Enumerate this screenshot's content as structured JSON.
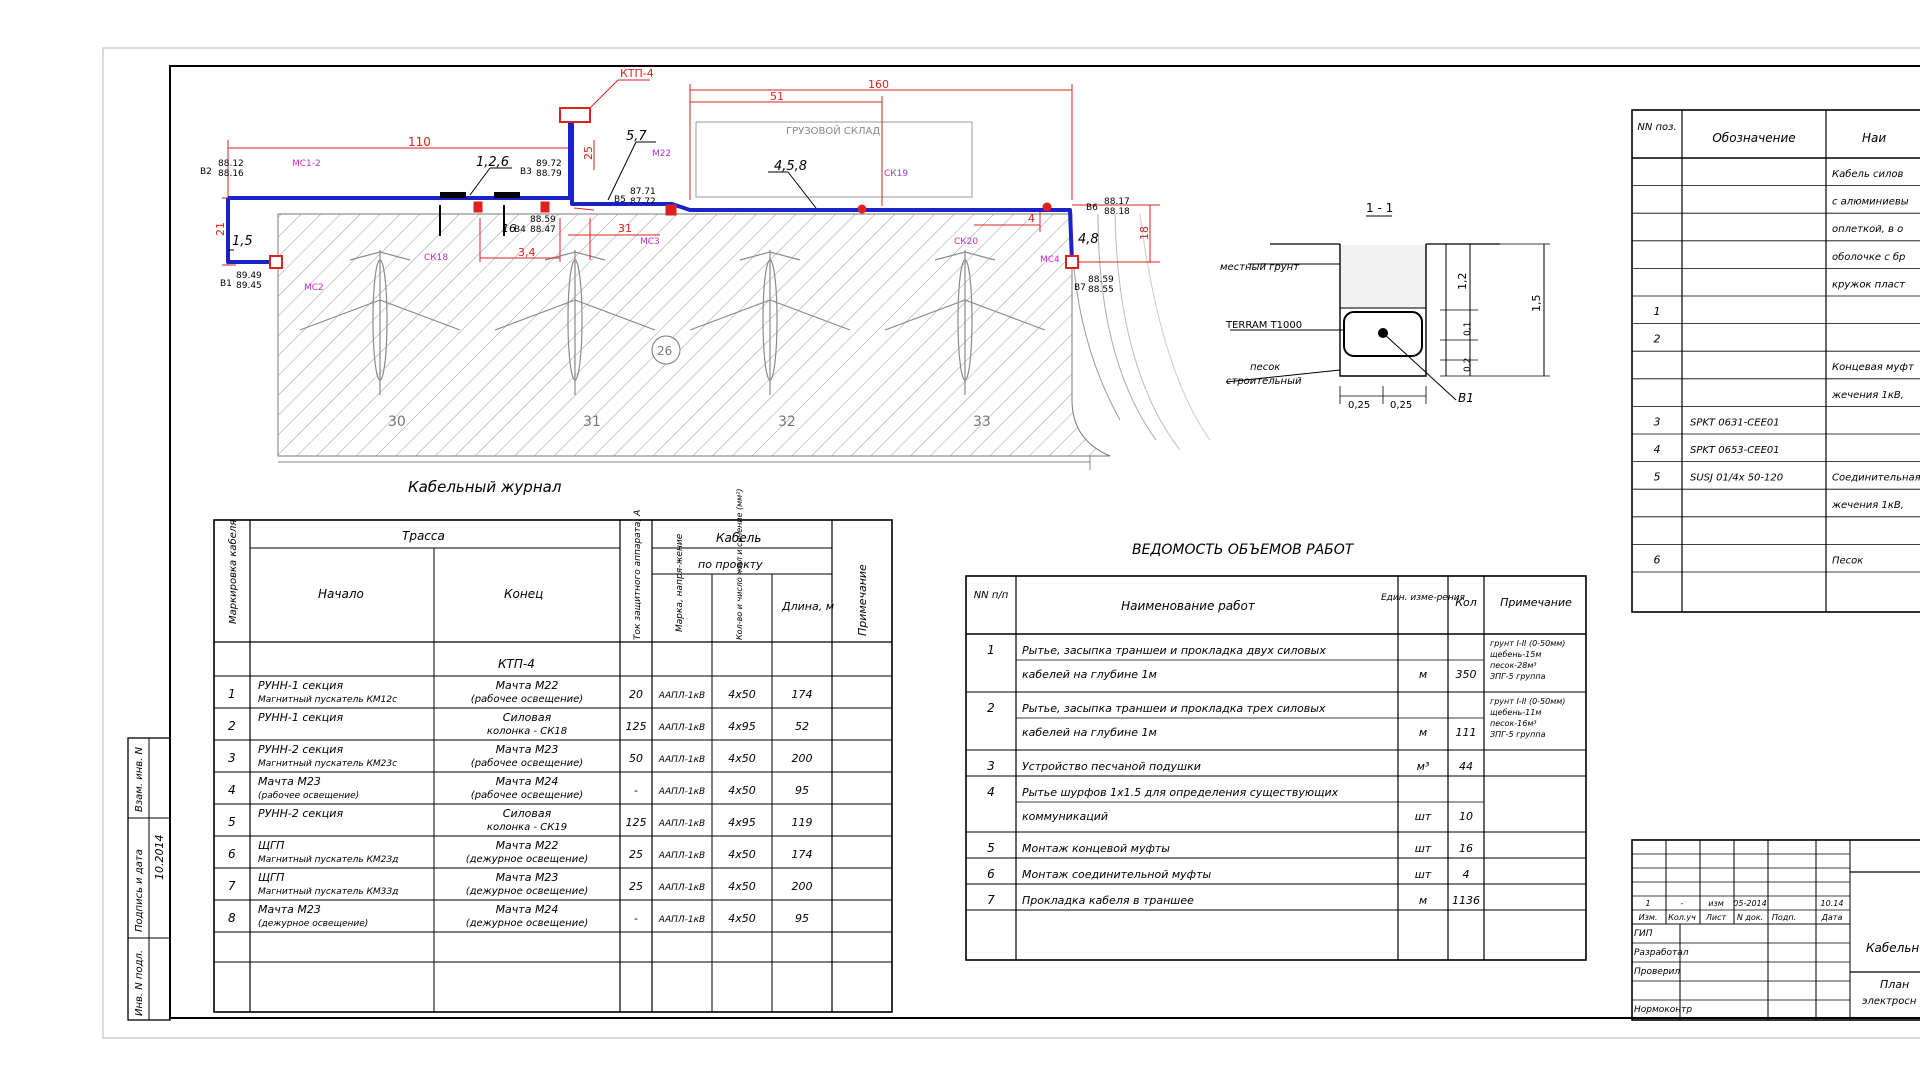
{
  "colors": {
    "line": "#000000",
    "cable": "#1b22c8",
    "red": "#e0201e",
    "magenta": "#c22ec2",
    "hatch": "#8c8c8c"
  },
  "plan": {
    "ktp_label": "КТП-4",
    "warehouse": "ГРУЗОВОЙ СКЛАД",
    "caption": "Кабельный журнал",
    "dims": {
      "d110": "110",
      "d160": "160",
      "d51": "51",
      "d57": "5,7",
      "d126": "1,2,6",
      "d458": "4,5,8",
      "d15": "1,5",
      "d48": "4,8",
      "d34": "3,4",
      "d21": "21",
      "d31": "31",
      "d4": "4",
      "d18": "18",
      "d25": "25",
      "d16": "16"
    },
    "stands": [
      "30",
      "31",
      "32",
      "33"
    ],
    "circle": "26",
    "marks": {
      "mc1": "МС1-2",
      "mc2": "МС2",
      "mc3": "МС3",
      "mc4": "МС4",
      "sk18": "СК18",
      "sk19": "СК19",
      "sk20": "СК20",
      "m22": "М22"
    },
    "levels": {
      "l1": "88.12",
      "l2": "88.16",
      "l3": "89.49",
      "l4": "89.45",
      "l5": "89.72",
      "l6": "88.79",
      "l7": "88.59",
      "l8": "88.47",
      "l9": "87.71",
      "l10": "87.72",
      "l11": "88.17",
      "l12": "88.18",
      "l13": "88.59",
      "l14": "88.55"
    },
    "points": {
      "b1": "В1",
      "b2": "В2",
      "b3": "В3",
      "b4": "В4",
      "b5": "В5",
      "b6": "В6",
      "b7": "В7"
    }
  },
  "section": {
    "title": "1 - 1",
    "ground": "местный грунт",
    "terram": "TERRAM T1000",
    "sand1": "песок",
    "sand2": "строительный",
    "b1": "B1",
    "d12": "1,2",
    "d15": "1,5",
    "d01": "0,1",
    "d02": "0,2",
    "d025a": "0,25",
    "d025b": "0,25"
  },
  "cable_journal": {
    "col_mark": "Маркировка кабеля",
    "col_route": "Трасса",
    "col_start": "Начало",
    "col_end": "Конец",
    "col_current": "Ток защитного аппарата, А",
    "col_cable": "Кабель",
    "col_project": "по проекту",
    "col_brand": "Марка, напря-жение",
    "col_cores": "Кол-во и число жил и сечение (мм²)",
    "col_len": "Длина, м",
    "col_note": "Примечание",
    "group": "КТП-4",
    "rows": [
      {
        "n": "1",
        "s1": "РУНН-1 секция",
        "s2": "Магнитный пускатель КМ12с",
        "e1": "Мачта М22",
        "e2": "(рабочее освещение)",
        "a": "20",
        "m": "ААПЛ-1кВ",
        "c": "4х50",
        "l": "174"
      },
      {
        "n": "2",
        "s1": "РУНН-1 секция",
        "s2": "",
        "e1": "Силовая",
        "e2": "колонка - СК18",
        "a": "125",
        "m": "ААПЛ-1кВ",
        "c": "4х95",
        "l": "52"
      },
      {
        "n": "3",
        "s1": "РУНН-2 секция",
        "s2": "Магнитный пускатель КМ23с",
        "e1": "Мачта М23",
        "e2": "(рабочее освещение)",
        "a": "50",
        "m": "ААПЛ-1кВ",
        "c": "4х50",
        "l": "200"
      },
      {
        "n": "4",
        "s1": "Мачта М23",
        "s2": "(рабочее освещение)",
        "e1": "Мачта М24",
        "e2": "(рабочее освещение)",
        "a": "-",
        "m": "ААПЛ-1кВ",
        "c": "4х50",
        "l": "95"
      },
      {
        "n": "5",
        "s1": "РУНН-2 секция",
        "s2": "",
        "e1": "Силовая",
        "e2": "колонка - СК19",
        "a": "125",
        "m": "ААПЛ-1кВ",
        "c": "4х95",
        "l": "119"
      },
      {
        "n": "6",
        "s1": "ЩГП",
        "s2": "Магнитный пускатель КМ2Зд",
        "e1": "Мачта М22",
        "e2": "(дежурное освещение)",
        "a": "25",
        "m": "ААПЛ-1кВ",
        "c": "4х50",
        "l": "174"
      },
      {
        "n": "7",
        "s1": "ЩГП",
        "s2": "Магнитный пускатель КМ3Зд",
        "e1": "Мачта М23",
        "e2": "(дежурное освещение)",
        "a": "25",
        "m": "ААПЛ-1кВ",
        "c": "4х50",
        "l": "200"
      },
      {
        "n": "8",
        "s1": "Мачта М23",
        "s2": "(дежурное освещение)",
        "e1": "Мачта М24",
        "e2": "(дежурное освещение)",
        "a": "-",
        "m": "ААПЛ-1кВ",
        "c": "4х50",
        "l": "95"
      }
    ]
  },
  "works": {
    "title": "ВЕДОМОСТЬ ОБЪЕМОВ РАБОТ",
    "col_n": "NN п/п",
    "col_name": "Наименование работ",
    "col_unit": "Един. изме-рения",
    "col_qty": "Кол",
    "col_note": "Примечание",
    "rows": [
      {
        "n": "1",
        "t1": "Рытье, засыпка траншеи и прокладка двух силовых",
        "t2": "кабелей на глубине 1м",
        "u": "м",
        "q": "350",
        "note": [
          "грунт I-II (0-50мм)",
          "щебень-15м",
          "песок-28м³",
          "ЗПГ-5 группа"
        ]
      },
      {
        "n": "2",
        "t1": "Рытье, засыпка траншеи и прокладка трех силовых",
        "t2": "кабелей на глубине 1м",
        "u": "м",
        "q": "111",
        "note": [
          "грунт I-II (0-50мм)",
          "щебень-11м",
          "песок-16м³",
          "ЗПГ-5 группа"
        ]
      },
      {
        "n": "3",
        "t1": "Устройство песчаной подушки",
        "t2": "",
        "u": "м³",
        "q": "44",
        "note": []
      },
      {
        "n": "4",
        "t1": "Рытье шурфов 1х1.5 для определения существующих",
        "t2": "коммуникаций",
        "u": "шт",
        "q": "10",
        "note": []
      },
      {
        "n": "5",
        "t1": "Монтаж концевой муфты",
        "t2": "",
        "u": "шт",
        "q": "16",
        "note": []
      },
      {
        "n": "6",
        "t1": "Монтаж соединительной муфты",
        "t2": "",
        "u": "шт",
        "q": "4",
        "note": []
      },
      {
        "n": "7",
        "t1": "Прокладка кабеля в траншее",
        "t2": "",
        "u": "м",
        "q": "1136",
        "note": []
      }
    ]
  },
  "spec": {
    "col_n": "NN поз.",
    "col_des": "Обозначение",
    "col_name": "Наи",
    "rows": [
      {
        "n": "",
        "d": "",
        "t": "Кабель силов"
      },
      {
        "n": "",
        "d": "",
        "t": "с алюминиевы"
      },
      {
        "n": "",
        "d": "",
        "t": "оплеткой, в о"
      },
      {
        "n": "",
        "d": "",
        "t": "оболочке с бр"
      },
      {
        "n": "",
        "d": "",
        "t": "кружок пласт"
      },
      {
        "n": "1",
        "d": "",
        "t": ""
      },
      {
        "n": "2",
        "d": "",
        "t": ""
      },
      {
        "n": "",
        "d": "",
        "t": "Концевая муфт"
      },
      {
        "n": "",
        "d": "",
        "t": "жечения 1кВ,"
      },
      {
        "n": "3",
        "d": "SPKT 0631-CEE01",
        "t": ""
      },
      {
        "n": "4",
        "d": "SPKT 0653-CEE01",
        "t": ""
      },
      {
        "n": "5",
        "d": "SUSJ 01/4х 50-120",
        "t": "Соединительная м"
      },
      {
        "n": "",
        "d": "",
        "t": "жечения 1кВ,"
      },
      {
        "n": "",
        "d": "",
        "t": ""
      },
      {
        "n": "6",
        "d": "",
        "t": "Песок"
      }
    ]
  },
  "stamp": {
    "r1": [
      "1",
      "-",
      "изм",
      "05-2014",
      "",
      "10.14"
    ],
    "head": [
      "Изм.",
      "Кол.уч",
      "Лист",
      "N док.",
      "Подп.",
      "Дата"
    ],
    "roles": [
      "ГИП",
      "Разработал",
      "Проверил",
      "",
      "Нормоконтр"
    ],
    "title1": "Кабельн",
    "title2": "План",
    "title3": "электросн"
  },
  "side_stamp": {
    "inv": "Инв. N подл.",
    "sign": "Подпись и дата",
    "inv2": "Взам. инв. N",
    "date": "10.2014"
  }
}
